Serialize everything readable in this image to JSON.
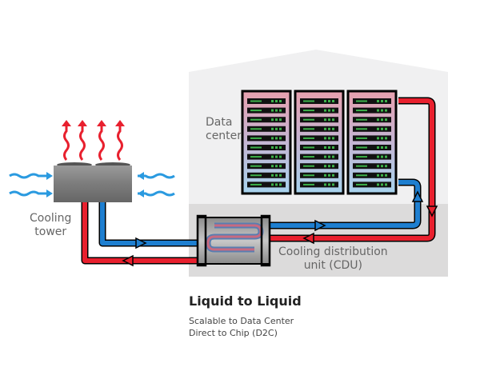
{
  "labels": {
    "data_center": [
      "Data",
      "center"
    ],
    "cooling_tower": [
      "Cooling",
      "tower"
    ],
    "cdu": [
      "Cooling distribution",
      "unit (CDU)"
    ]
  },
  "caption": {
    "title": "Liquid to Liquid",
    "lines": [
      "Scalable to Data Center",
      "Direct to Chip (D2C)"
    ]
  },
  "colors": {
    "hot": "#e8202e",
    "cold": "#1e7fd0",
    "building": "#f0f0f1",
    "floor": "#dcdbdb",
    "server_led": "#3db24a"
  },
  "racks": {
    "count": 3,
    "servers_per_rack": 10
  }
}
